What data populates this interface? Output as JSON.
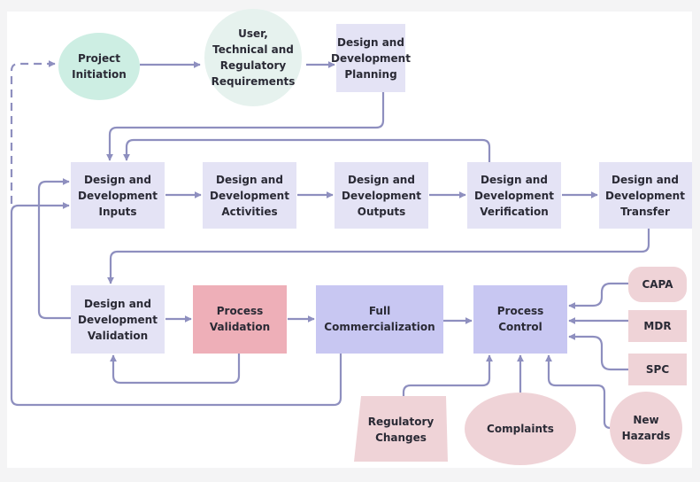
{
  "title": "Design and Development Process Flow",
  "colors": {
    "connector": "#8e8fbf",
    "start_fill": "#cdeee3",
    "requirement_fill": "#e6f2ee",
    "process_fill": "#e4e3f5",
    "validation_fill": "#eeafb8",
    "commercial_fill": "#c8c7f2",
    "feedback_fill": "#efd3d7",
    "text": "#2a2a35"
  },
  "nodes": {
    "project_initiation": [
      "Project",
      "Initiation"
    ],
    "requirements": [
      "User,",
      "Technical and",
      "Regulatory",
      "Requirements"
    ],
    "planning": [
      "Design and",
      "Development",
      "Planning"
    ],
    "inputs": [
      "Design and",
      "Development",
      "Inputs"
    ],
    "activities": [
      "Design and",
      "Development",
      "Activities"
    ],
    "outputs": [
      "Design and",
      "Development",
      "Outputs"
    ],
    "verification": [
      "Design and",
      "Development",
      "Verification"
    ],
    "transfer": [
      "Design and",
      "Development",
      "Transfer"
    ],
    "dd_validation": [
      "Design and",
      "Development",
      "Validation"
    ],
    "process_validation": [
      "Process",
      "Validation"
    ],
    "full_commercialization": [
      "Full",
      "Commercialization"
    ],
    "process_control": [
      "Process",
      "Control"
    ],
    "capa": [
      "CAPA"
    ],
    "mdr": [
      "MDR"
    ],
    "spc": [
      "SPC"
    ],
    "regulatory_changes": [
      "Regulatory",
      "Changes"
    ],
    "complaints": [
      "Complaints"
    ],
    "new_hazards": [
      "New",
      "Hazards"
    ]
  }
}
